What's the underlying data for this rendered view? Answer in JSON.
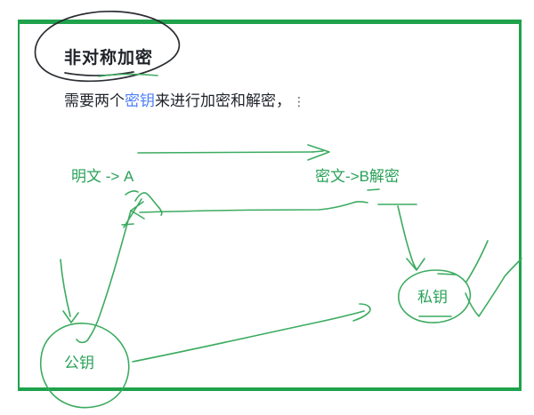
{
  "title": {
    "text": "非对称加密"
  },
  "paragraph": {
    "prefix": "需要两个",
    "keyword": "密钥",
    "suffix": "来进行加密和解密，",
    "trailing_mark": "⋮"
  },
  "labels": {
    "plaintext_flow": "明文 -> A",
    "ciphertext_flow": "密文->B解密",
    "public_key": "公钥",
    "private_key": "私钥"
  },
  "colors": {
    "border_green": "#1fa24b",
    "ink_green": "#3cab60",
    "text_green": "#2aa159",
    "link_blue": "#4c7ff7",
    "ink_black": "#2b2e33",
    "text_black": "#1f2329"
  }
}
